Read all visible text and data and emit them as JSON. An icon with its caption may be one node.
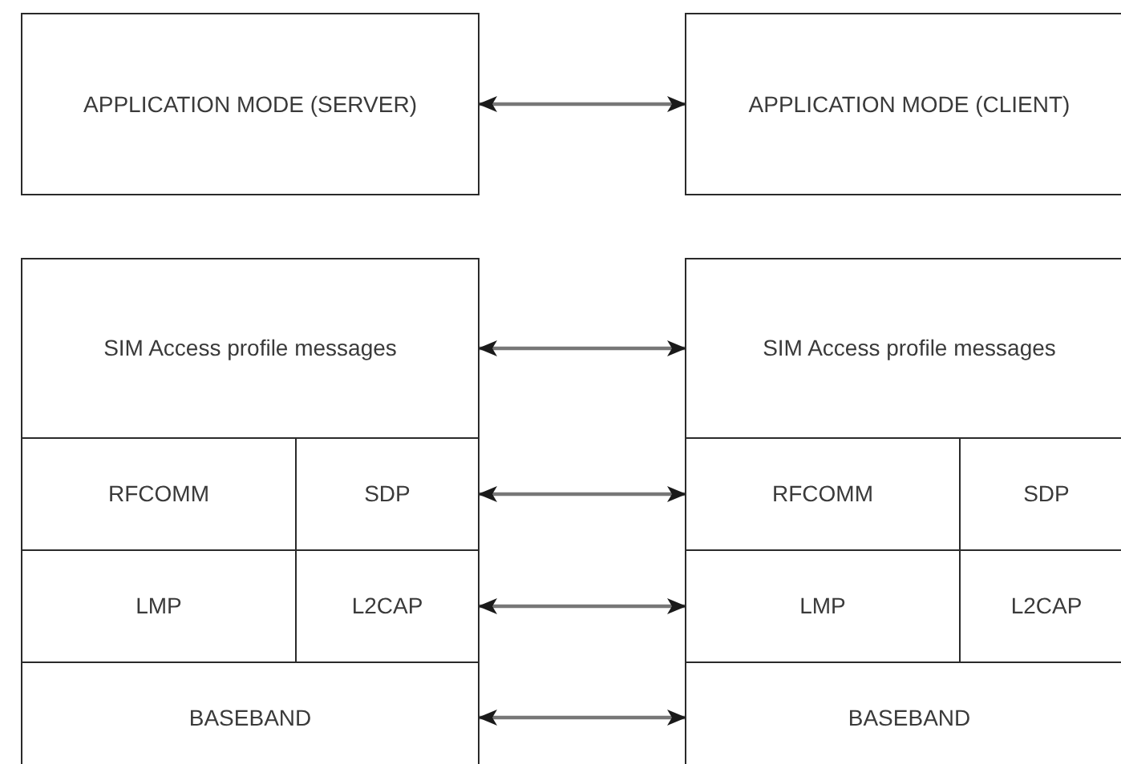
{
  "diagram": {
    "nodes": [
      {
        "text": [
          "APPLICATION MODE (SERVER)"
        ]
      },
      {
        "text": [
          "APPLICATION MODE (CLIENT)"
        ]
      },
      {
        "text": [
          "SIM Access profile messages"
        ]
      },
      {
        "text": [
          "RFCOMM"
        ]
      },
      {
        "text": [
          "SDP"
        ]
      },
      {
        "text": [
          "LMP"
        ]
      },
      {
        "text": [
          "L2CAP"
        ]
      },
      {
        "text": [
          "BASEBAND"
        ]
      },
      {
        "text": [
          "SIM Access profile messages"
        ]
      },
      {
        "text": [
          "RFCOMM"
        ]
      },
      {
        "text": [
          "SDP"
        ]
      },
      {
        "text": [
          "LMP"
        ]
      },
      {
        "text": [
          "L2CAP"
        ]
      },
      {
        "text": [
          "BASEBAND"
        ]
      }
    ],
    "edges": [
      {
        "from": 0,
        "to": 1,
        "arrow": "both"
      },
      {
        "from": 2,
        "to": 8,
        "arrow": "both"
      },
      {
        "from": 4,
        "to": 9,
        "arrow": "both"
      },
      {
        "from": 6,
        "to": 11,
        "arrow": "both"
      },
      {
        "from": 7,
        "to": 13,
        "arrow": "both"
      }
    ]
  }
}
